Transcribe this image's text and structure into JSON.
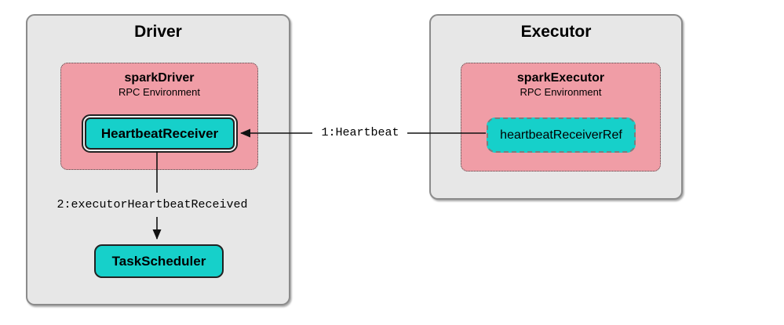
{
  "theme": {
    "canvas_bg": "#ffffff",
    "container_fill": "#e7e7e7",
    "container_border": "#8b8b8b",
    "env_fill": "#f09da6",
    "env_border": "#4a4a4a",
    "node_fill": "#16d0ca",
    "node_border": "#222222",
    "ref_border": "#7d7d7d",
    "arrow": "#111111",
    "text": "#000000"
  },
  "driver": {
    "title": "Driver",
    "env": {
      "name": "sparkDriver",
      "subtitle": "RPC Environment",
      "node_label": "HeartbeatReceiver"
    },
    "task_scheduler_label": "TaskScheduler"
  },
  "executor": {
    "title": "Executor",
    "env": {
      "name": "sparkExecutor",
      "subtitle": "RPC Environment",
      "node_label": "heartbeatReceiverRef"
    }
  },
  "messages": {
    "heartbeat": "1:Heartbeat",
    "executor_heartbeat_received": "2:executorHeartbeatReceived"
  }
}
